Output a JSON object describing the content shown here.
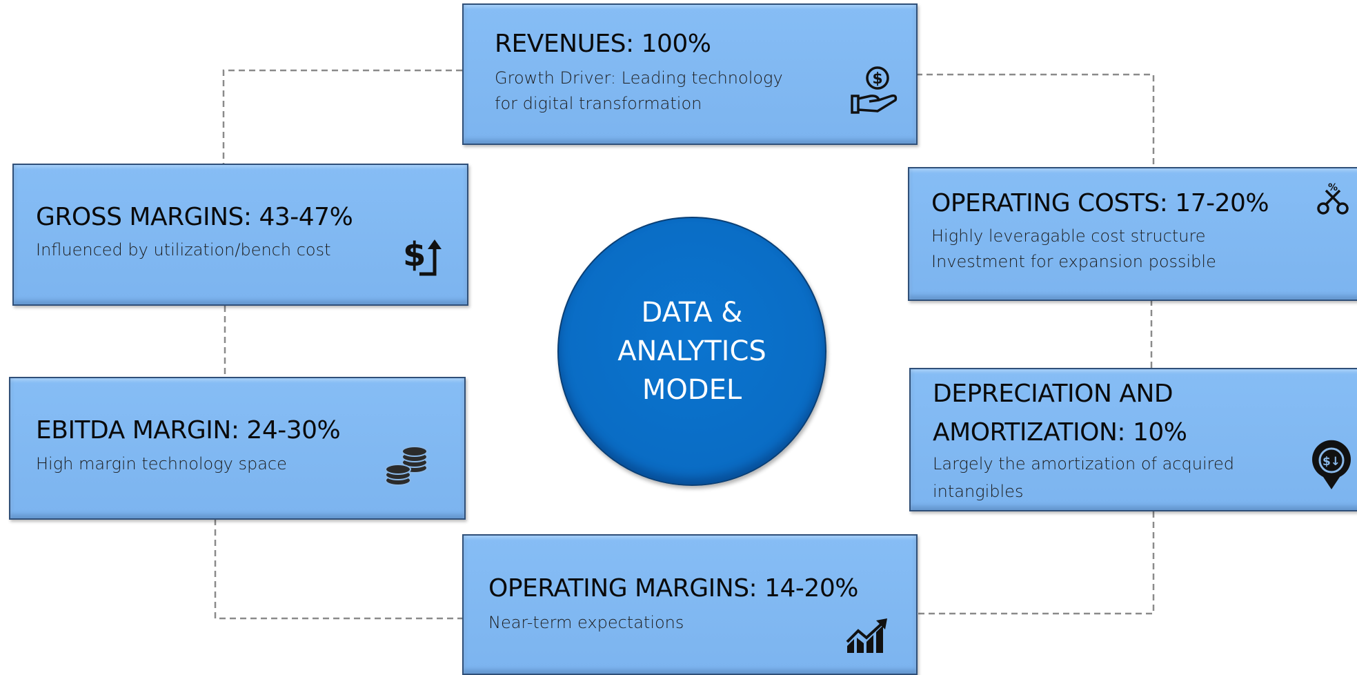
{
  "center": {
    "lines": [
      "DATA &",
      "ANALYTICS",
      "MODEL"
    ]
  },
  "boxes": {
    "revenues": {
      "title": "REVENUES: 100%",
      "lines": [
        "Growth Driver: Leading technology",
        "for digital transformation"
      ],
      "icon": "hand-dollar-icon"
    },
    "gross_margins": {
      "title": "GROSS MARGINS: 43-47%",
      "lines": [
        "Influenced by utilization/bench cost"
      ],
      "icon": "dollar-up-arrow-icon"
    },
    "ebitda_margin": {
      "title": "EBITDA MARGIN: 24-30%",
      "lines": [
        "High margin technology space"
      ],
      "icon": "coins-stack-icon"
    },
    "operating_margins": {
      "title": "OPERATING MARGINS: 14-20%",
      "lines": [
        "Near-term expectations"
      ],
      "icon": "growth-chart-icon"
    },
    "operating_costs": {
      "title": "OPERATING COSTS: 17-20%",
      "lines": [
        "Highly leveragable cost structure",
        "Investment for expansion possible"
      ],
      "icon": "scissors-percent-icon"
    },
    "depreciation": {
      "title_lines": [
        "DEPRECIATION AND",
        "AMORTIZATION: 10%"
      ],
      "lines": [
        "Largely the amortization of acquired",
        "intangibles"
      ],
      "icon": "dollar-down-pin-icon"
    }
  },
  "colors": {
    "box_fill": "#7fb7f2",
    "box_border": "#2f4f78",
    "center_fill": "#0a6cc4",
    "connector": "#8a8a8a"
  }
}
